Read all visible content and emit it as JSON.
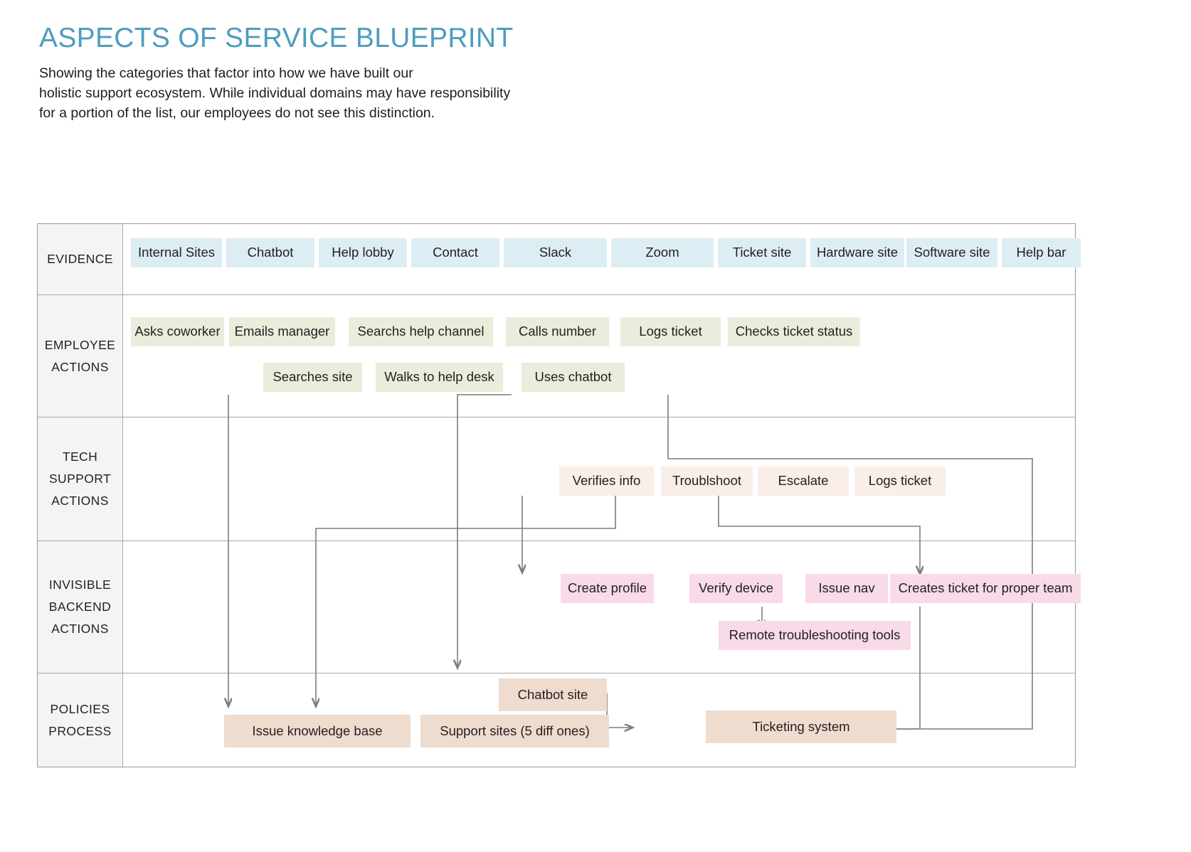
{
  "header": {
    "title": "ASPECTS OF SERVICE BLUEPRINT",
    "subtitle": "Showing the categories that factor into how we have built our\nholistic support ecosystem. While individual domains may have responsibility\nfor a portion of the list, our employees do not see this distinction."
  },
  "colors": {
    "title": "#4e9dbd",
    "evidence": "#dceef3",
    "employee": "#e8eedb",
    "tech": "#faeee8",
    "backend": "#f8dae8",
    "policies": "#eedcce",
    "lane_label_bg": "#f4f4f4",
    "rule": "#a8a8a8",
    "connector": "#7d7d7d"
  },
  "lanes": [
    {
      "id": "evidence",
      "label_lines": [
        "EVIDENCE"
      ],
      "items": [
        {
          "label": "Internal Sites"
        },
        {
          "label": "Chatbot"
        },
        {
          "label": "Help lobby"
        },
        {
          "label": "Contact"
        },
        {
          "label": "Slack"
        },
        {
          "label": "Zoom"
        },
        {
          "label": "Ticket site"
        },
        {
          "label": "Hardware site"
        },
        {
          "label": "Software site"
        },
        {
          "label": "Help bar"
        }
      ]
    },
    {
      "id": "employee",
      "label_lines": [
        "EMPLOYEE",
        "ACTIONS"
      ],
      "items": [
        {
          "label": "Asks coworker"
        },
        {
          "label": "Emails manager"
        },
        {
          "label": "Searchs help channel"
        },
        {
          "label": "Calls number"
        },
        {
          "label": "Logs ticket"
        },
        {
          "label": "Checks ticket status"
        },
        {
          "label": "Searches site"
        },
        {
          "label": "Walks to help desk"
        },
        {
          "label": "Uses chatbot"
        }
      ]
    },
    {
      "id": "tech",
      "label_lines": [
        "TECH",
        "SUPPORT",
        "ACTIONS"
      ],
      "items": [
        {
          "label": "Verifies info"
        },
        {
          "label": "Troublshoot"
        },
        {
          "label": "Escalate"
        },
        {
          "label": "Logs ticket"
        }
      ]
    },
    {
      "id": "backend",
      "label_lines": [
        "INVISIBLE",
        "BACKEND",
        "ACTIONS"
      ],
      "items": [
        {
          "label": "Create profile"
        },
        {
          "label": "Verify device"
        },
        {
          "label": "Issue nav"
        },
        {
          "label": "Creates ticket for proper team"
        },
        {
          "label": "Remote troubleshooting tools"
        }
      ]
    },
    {
      "id": "policies",
      "label_lines": [
        "POLICIES",
        "PROCESS"
      ],
      "items": [
        {
          "label": "Chatbot site"
        },
        {
          "label": "Issue knowledge base"
        },
        {
          "label": "Support sites (5 diff ones)"
        },
        {
          "label": "Ticketing system"
        }
      ]
    }
  ]
}
